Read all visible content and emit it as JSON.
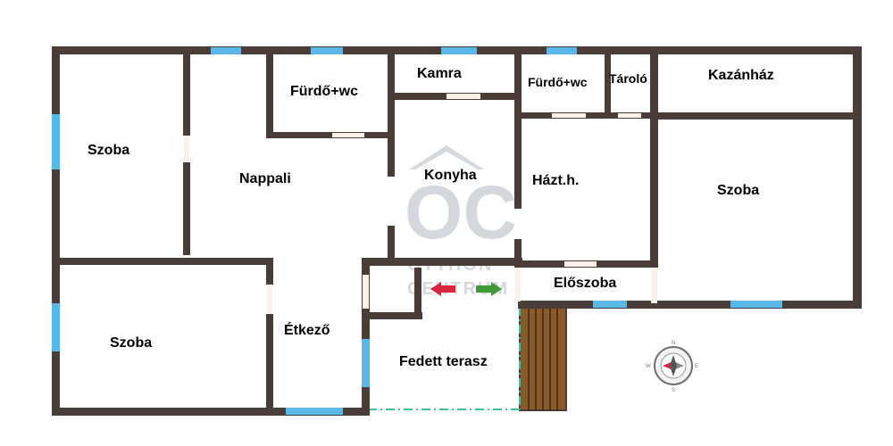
{
  "rooms": {
    "szoba_1": "Szoba",
    "nappali": "Nappali",
    "furdo_1": "Fürdő+wc",
    "kamra": "Kamra",
    "konyha": "Konyha",
    "furdo_2": "Fürdő+wc",
    "tarolo": "Tároló",
    "kazanhaz": "Kazánház",
    "haztartasi": "Házt.h.",
    "szoba_2": "Szoba",
    "szoba_3": "Szoba",
    "etkezo": "Étkező",
    "fedett_terasz": "Fedett terasz",
    "eloszoba": "Előszoba"
  },
  "watermark": {
    "letters": "OC",
    "line1": "OTTHON",
    "line2": "CENTRUM"
  },
  "compass": {
    "north": "N",
    "east": "E",
    "south": "S",
    "west": "W"
  },
  "colors": {
    "wall": "#4a3d37",
    "window": "#5ab8e8",
    "door_gap": "#fbf1e6",
    "deck": "#8a5a2b",
    "terrace_edge": "#3cbf9a",
    "arrow_red": "#d9263f",
    "arrow_green": "#3f9a35"
  }
}
